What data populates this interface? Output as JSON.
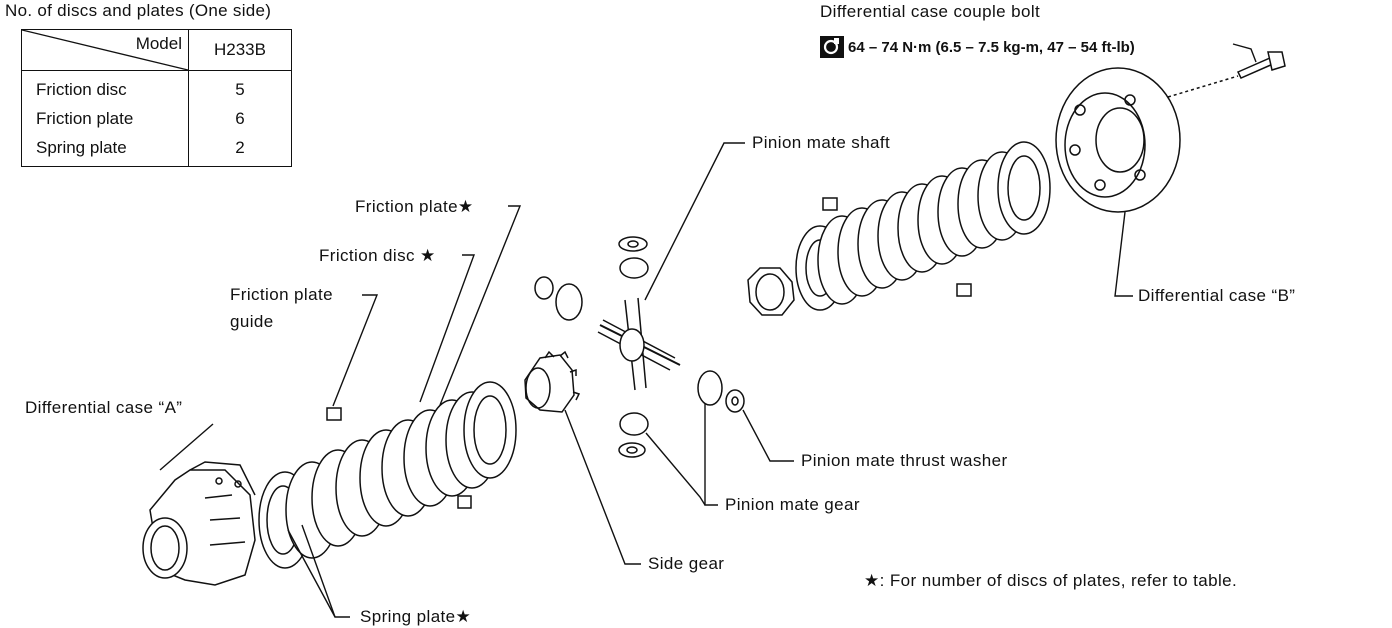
{
  "table": {
    "title": "No. of discs and plates (One side)",
    "header_model": "Model",
    "header_value": "H233B",
    "rows": [
      {
        "label": "Friction disc",
        "value": "5"
      },
      {
        "label": "Friction plate",
        "value": "6"
      },
      {
        "label": "Spring plate",
        "value": "2"
      }
    ]
  },
  "labels": {
    "couple_bolt": "Differential case couple bolt",
    "torque_spec": "64 – 74 N·m (6.5 – 7.5 kg-m, 47 – 54 ft-lb)",
    "pinion_mate_shaft": "Pinion mate shaft",
    "friction_plate": "Friction plate",
    "friction_disc": "Friction disc",
    "friction_plate_guide_1": "Friction plate",
    "friction_plate_guide_2": "guide",
    "diff_case_a": "Differential case “A”",
    "diff_case_b": "Differential case “B”",
    "pinion_mate_thrust_washer": "Pinion mate thrust washer",
    "pinion_mate_gear": "Pinion mate gear",
    "side_gear": "Side gear",
    "spring_plate": "Spring plate",
    "footnote": "For number of discs of plates, refer to table.",
    "star": "★",
    "footnote_star": "★:"
  },
  "icons": {
    "torque": "torque-wrench-icon",
    "star": "star-icon"
  }
}
